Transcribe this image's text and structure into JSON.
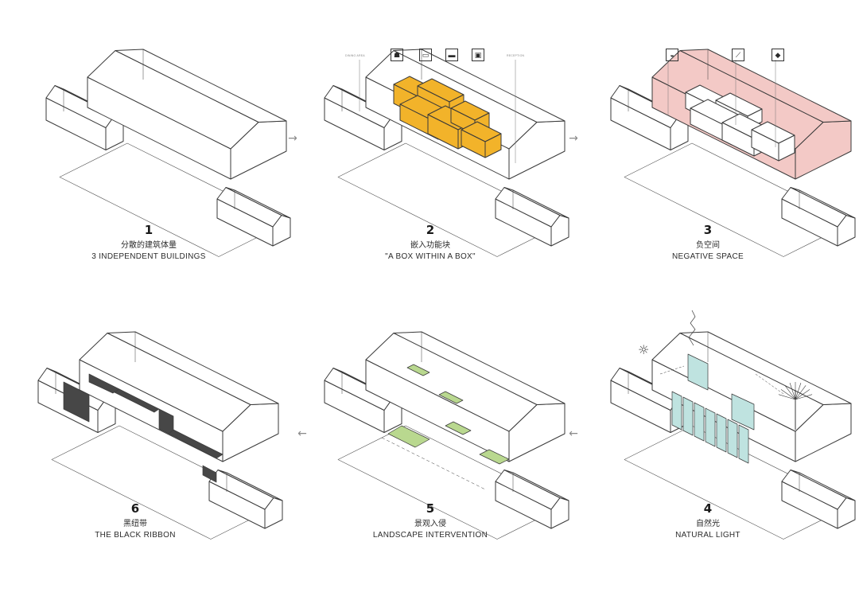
{
  "diagrams": [
    {
      "num": "1",
      "cn": "分散的建筑体量",
      "en": "3 INDEPENDENT BUILDINGS"
    },
    {
      "num": "2",
      "cn": "嵌入功能块",
      "en": "\"A BOX WITHIN A BOX\""
    },
    {
      "num": "3",
      "cn": "负空间",
      "en": "NEGATIVE SPACE"
    },
    {
      "num": "4",
      "cn": "自然光",
      "en": "NATURAL LIGHT"
    },
    {
      "num": "5",
      "cn": "景观入侵",
      "en": "LANDSCAPE INTERVENTION"
    },
    {
      "num": "6",
      "cn": "黑纽带",
      "en": "THE BLACK RIBBON"
    }
  ],
  "arrows": {
    "right": "→",
    "left": "←"
  },
  "annotations": {
    "dining": "DINING AREA",
    "reception": "RECEPTION"
  },
  "colors": {
    "line": "#3a3a3a",
    "yellow": "#f2b32a",
    "pink": "#f3c9c6",
    "green": "#b9d88f",
    "glass": "#bfe3e0",
    "ribbon": "#474747",
    "arrow": "#8a8a8a"
  }
}
